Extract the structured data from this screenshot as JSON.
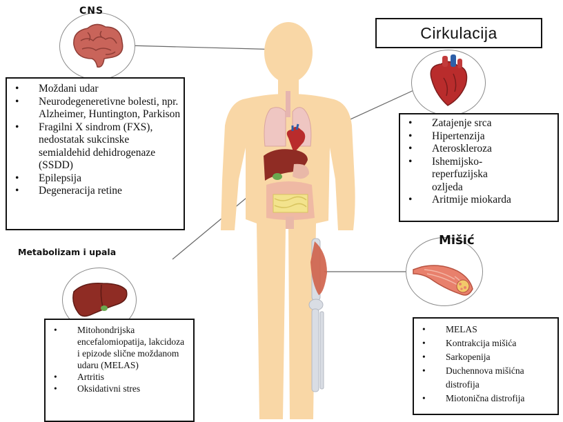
{
  "sections": {
    "cns": {
      "title": "CNS",
      "items": [
        "Moždani udar",
        "Neurodegeneretivne bolesti, npr. Alzheimer, Huntington, Parkison",
        "Fragilni X sindrom (FXS), nedostatak sukcinske semialdehid dehidrogenaze (SSDD)",
        "Epilepsija",
        "Degeneracija retine"
      ]
    },
    "circulation": {
      "title": "Cirkulacija",
      "items": [
        "Zatajenje srca",
        "Hipertenzija",
        "Ateroskleroza",
        "Ishemijsko-reperfuzijska ozljeda",
        "Aritmije miokarda"
      ]
    },
    "metabolism": {
      "title": "Metabolizam i upala",
      "items": [
        "Mitohondrijska encefalomiopatija, lakcidoza i epizode slične moždanom udaru (MELAS)",
        "Artritis",
        "Oksidativni stres"
      ]
    },
    "muscle": {
      "title": "Mišić",
      "items": [
        "MELAS",
        "Kontrakcija mišića",
        "Sarkopenija",
        "Duchennova mišićna distrofija",
        "Miotonična distrofija"
      ]
    }
  },
  "bullet": "•",
  "icons": [
    "brain-icon",
    "heart-icon",
    "liver-icon",
    "muscle-icon"
  ],
  "colors": {
    "body": "#f9d7a6",
    "brain": "#c9645a",
    "heart": "#b92c2c",
    "liver": "#8f2c24",
    "muscle": "#e8806c",
    "border": "#111111"
  }
}
